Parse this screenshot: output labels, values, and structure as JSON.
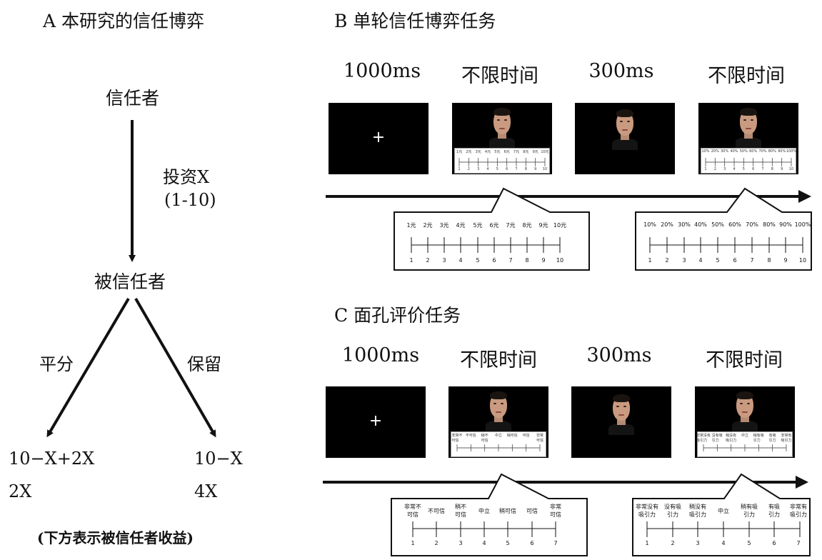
{
  "panel_a": {
    "title": "A  本研究的信任博弈",
    "truster": "信任者",
    "invest": "投资X",
    "range": "(1-10)",
    "trustee": "被信任者",
    "split": "平分",
    "keep": "保留",
    "split_top": "10−X+2X",
    "split_bottom": "2X",
    "keep_top": "10−X",
    "keep_bottom": "4X",
    "note": "(下方表示被信任者收益)"
  },
  "panel_b": {
    "title": "B  单轮信任博弈任务",
    "times": [
      "1000ms",
      "不限时间",
      "300ms",
      "不限时间"
    ],
    "fixation": "+",
    "scale1_labels": [
      "1元",
      "2元",
      "3元",
      "4元",
      "5元",
      "6元",
      "7元",
      "8元",
      "9元",
      "10元"
    ],
    "scale2_labels": [
      "10%",
      "20%",
      "30%",
      "40%",
      "50%",
      "60%",
      "70%",
      "80%",
      "90%",
      "100%"
    ],
    "numbers": [
      "1",
      "2",
      "3",
      "4",
      "5",
      "6",
      "7",
      "8",
      "9",
      "10"
    ]
  },
  "panel_c": {
    "title": "C  面孔评价任务",
    "times": [
      "1000ms",
      "不限时间",
      "300ms",
      "不限时间"
    ],
    "fixation": "+",
    "scale1_labels": [
      "非常不\n可信",
      "不可信",
      "稍不\n可信",
      "中立",
      "稍可信",
      "可信",
      "非常\n可信"
    ],
    "scale2_labels": [
      "非常没有\n吸引力",
      "没有吸\n引力",
      "稍没有\n吸引力",
      "中立",
      "稍有吸\n引力",
      "有吸\n引力",
      "非常有\n吸引力"
    ],
    "numbers": [
      "1",
      "2",
      "3",
      "4",
      "5",
      "6",
      "7"
    ]
  }
}
